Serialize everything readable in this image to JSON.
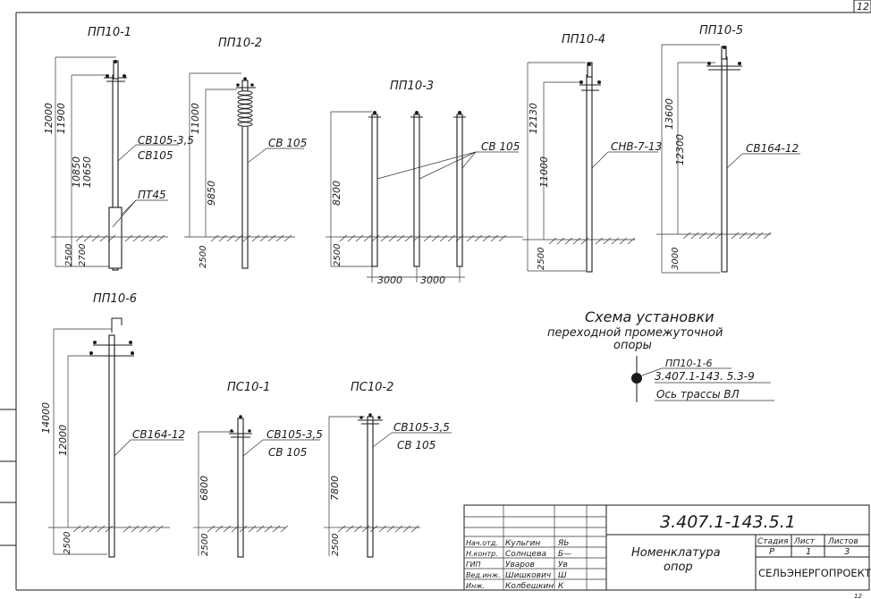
{
  "sheet_corner": "12",
  "supports": {
    "pp1": {
      "title": "ПП10-1",
      "dim_outer": "12000",
      "dim_inner": "11900",
      "dim_lower_a": "10850",
      "dim_lower_b": "10650",
      "dim_bottom_a": "2500",
      "dim_bottom_b": "2700",
      "label1": "СВ105-3,5",
      "label2": "СВ105",
      "label3": "ПТ45"
    },
    "pp2": {
      "title": "ПП10-2",
      "dim_top": "11000",
      "dim_mid": "9850",
      "dim_bottom": "2500",
      "label": "СВ 105"
    },
    "pp3": {
      "title": "ПП10-3",
      "dim_top": "8200",
      "dim_bottom": "2500",
      "span1": "3000",
      "span2": "3000",
      "label": "СВ 105"
    },
    "pp4": {
      "title": "ПП10-4",
      "dim_top": "12130",
      "dim_mid": "11000",
      "dim_bottom": "2500",
      "label": "СНВ-7-13"
    },
    "pp5": {
      "title": "ПП10-5",
      "dim_top": "13600",
      "dim_mid": "12300",
      "dim_bottom": "3000",
      "label": "СВ164-12"
    },
    "pp6": {
      "title": "ПП10-6",
      "dim_top": "14000",
      "dim_mid": "12000",
      "dim_bottom": "2500",
      "label": "СВ164-12"
    },
    "ps1": {
      "title": "ПС10-1",
      "dim_top": "6800",
      "dim_bottom": "2500",
      "label1": "СВ105-3,5",
      "label2": "СВ 105"
    },
    "ps2": {
      "title": "ПС10-2",
      "dim_top": "7800",
      "dim_bottom": "2500",
      "label1": "СВ105-3,5",
      "label2": "СВ 105"
    }
  },
  "scheme": {
    "title_line1": "Схема установки",
    "title_line2": "переходной промежуточной",
    "title_line3": "опоры",
    "label1": "ПП10-1-6",
    "label2": "3.407.1-143. 5.3-9",
    "label3": "Ось трассы ВЛ"
  },
  "title_block": {
    "doc_code": "3.407.1-143.5.1",
    "doc_title_line1": "Номенклатура",
    "doc_title_line2": "опор",
    "stage_header": "Стадия",
    "sheet_header": "Лист",
    "sheets_header": "Листов",
    "stage": "Р",
    "sheet": "1",
    "sheets": "3",
    "organization": "СЕЛЬЭНЕРГОПРОЕКТ",
    "signatures": [
      {
        "role": "Нач.отд.",
        "name": "Кульгин",
        "sig": "ЯЬ"
      },
      {
        "role": "Н.контр.",
        "name": "Солнцева",
        "sig": "Б—"
      },
      {
        "role": "ГИП",
        "name": "Уваров",
        "sig": "Ув"
      },
      {
        "role": "Вед.инж.",
        "name": "Шишкович",
        "sig": "Ш"
      },
      {
        "role": "Инж.",
        "name": "Колбешкин",
        "sig": "К"
      }
    ]
  },
  "page_corner_bottom": "12"
}
